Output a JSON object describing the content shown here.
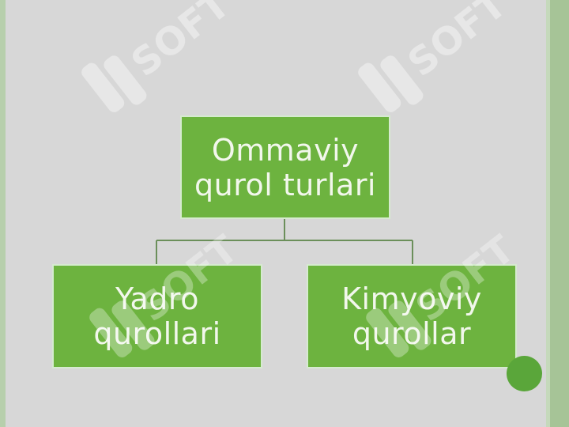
{
  "diagram": {
    "root": {
      "label": "Ommaviy\nqurol turlari"
    },
    "children": [
      {
        "label": "Yadro\nqurollari"
      },
      {
        "label": "Kimyoviy\nqurollar"
      }
    ]
  },
  "watermark": {
    "text": "SOFT"
  },
  "colors": {
    "box_fill": "#6db33f",
    "box_text": "#f2f7ec",
    "slide_background": "#d7d7d7",
    "frame": "#a6c497",
    "connector": "#6b8f5a",
    "corner_dot": "#5aa63a"
  }
}
